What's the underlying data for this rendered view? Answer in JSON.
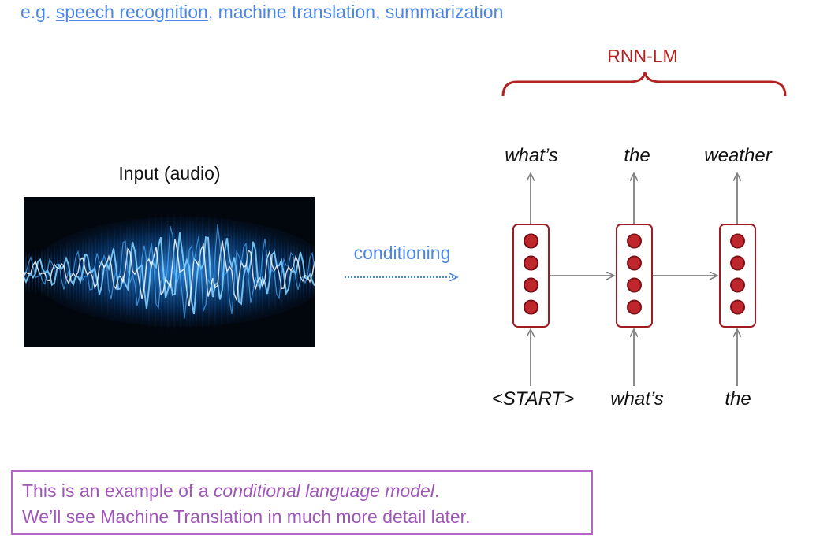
{
  "examples": {
    "prefix": "e.g. ",
    "link": "speech recognition",
    "rest": ", machine translation, summarization"
  },
  "rnn_label": "RNN-LM",
  "input_label": "Input (audio)",
  "conditioning_label": "conditioning",
  "outputs": [
    "what’s",
    "the",
    "weather"
  ],
  "inputs": [
    "<START>",
    "what’s",
    "the"
  ],
  "note": {
    "line1_prefix": "This is an example of a ",
    "line1_emph": "conditional language model",
    "line1_suffix": ".",
    "line2": "We’ll see Machine Translation in much more detail later."
  },
  "colors": {
    "accent_blue": "#4a86e8",
    "rnn_red": "#b22222",
    "neuron_fill": "#c0272d",
    "note_purple": "#a055b8",
    "arrow_gray": "#808080"
  }
}
